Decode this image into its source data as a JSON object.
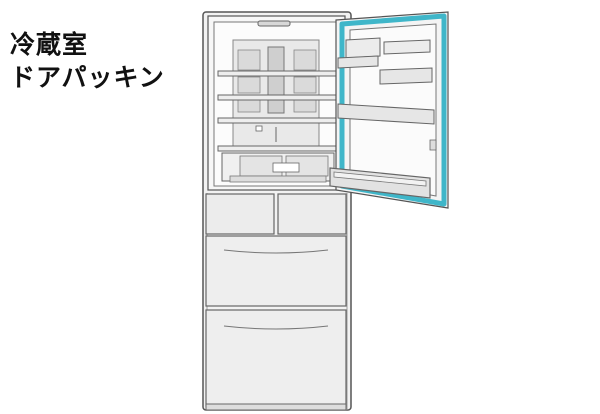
{
  "caption": {
    "line1": "冷蔵室",
    "line2": "ドアパッキン"
  },
  "colors": {
    "background": "#ffffff",
    "outline": "#555555",
    "panel": "#e7e7e7",
    "gasket": "#3fb6c9",
    "text": "#111111"
  },
  "icons": {
    "refrigerator": "refrigerator-illustration",
    "highlight": "door-gasket-highlight"
  }
}
